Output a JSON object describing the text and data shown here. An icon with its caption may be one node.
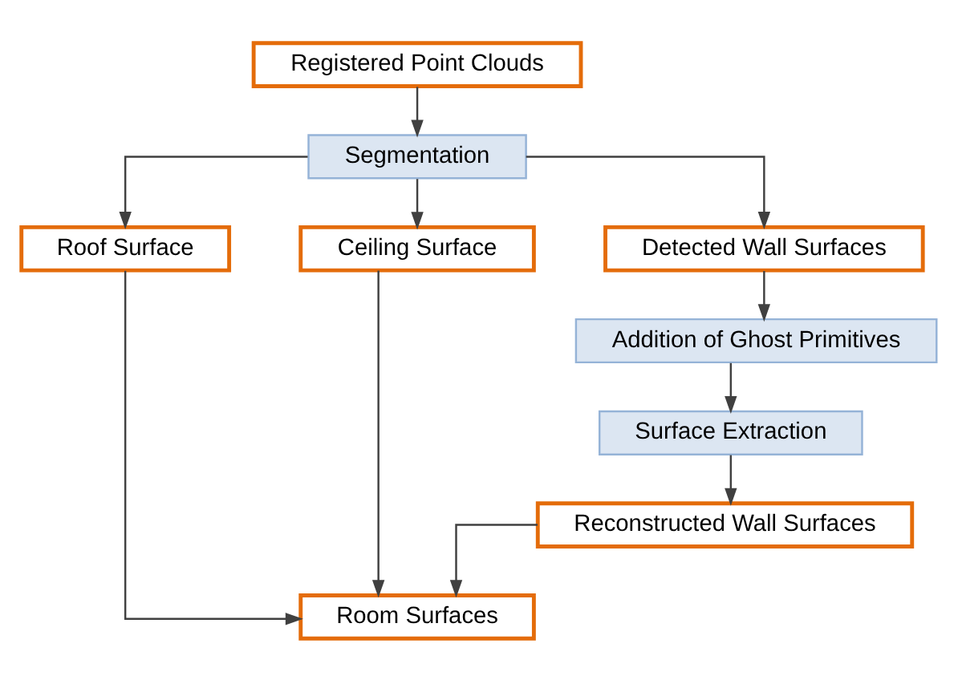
{
  "diagram": {
    "nodes": [
      {
        "text": [
          "Registered Point Clouds"
        ]
      },
      {
        "text": [
          "Segmentation"
        ]
      },
      {
        "text": [
          "Roof Surface"
        ]
      },
      {
        "text": [
          "Ceiling Surface"
        ]
      },
      {
        "text": [
          "Detected Wall Surfaces"
        ]
      },
      {
        "text": [
          "Addition of Ghost Primitives"
        ]
      },
      {
        "text": [
          "Surface Extraction"
        ]
      },
      {
        "text": [
          "Reconstructed Wall Surfaces"
        ]
      },
      {
        "text": [
          "Room Surfaces"
        ]
      }
    ],
    "edges": [
      {
        "from": 0,
        "to": 1,
        "arrow": "to"
      },
      {
        "from": 1,
        "to": 2,
        "arrow": "to"
      },
      {
        "from": 1,
        "to": 3,
        "arrow": "to"
      },
      {
        "from": 1,
        "to": 4,
        "arrow": "to"
      },
      {
        "from": 4,
        "to": 5,
        "arrow": "to"
      },
      {
        "from": 5,
        "to": 6,
        "arrow": "to"
      },
      {
        "from": 6,
        "to": 7,
        "arrow": "to"
      },
      {
        "from": 2,
        "to": 8,
        "arrow": "to"
      },
      {
        "from": 3,
        "to": 8,
        "arrow": "to"
      },
      {
        "from": 7,
        "to": 8,
        "arrow": "to"
      }
    ]
  }
}
